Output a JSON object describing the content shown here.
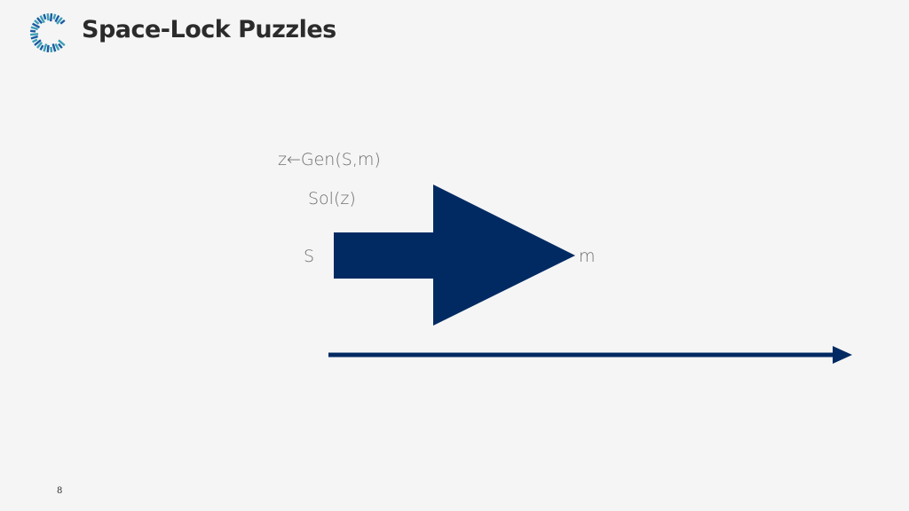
{
  "slide": {
    "title": "Space-Lock Puzzles",
    "page_number": "8"
  },
  "diagram": {
    "gen_label": "z←Gen(S,m)",
    "sol_label": "Sol(z)",
    "input_label": "S",
    "output_label": "m"
  },
  "colors": {
    "arrow_fill": "#012a63",
    "logo_blue": "#1a5aa0",
    "logo_teal": "#3a9fb6"
  },
  "icons": {
    "logo": "circular-segmented-logo",
    "big_arrow": "right-arrow",
    "time_arrow": "right-arrow-line"
  }
}
